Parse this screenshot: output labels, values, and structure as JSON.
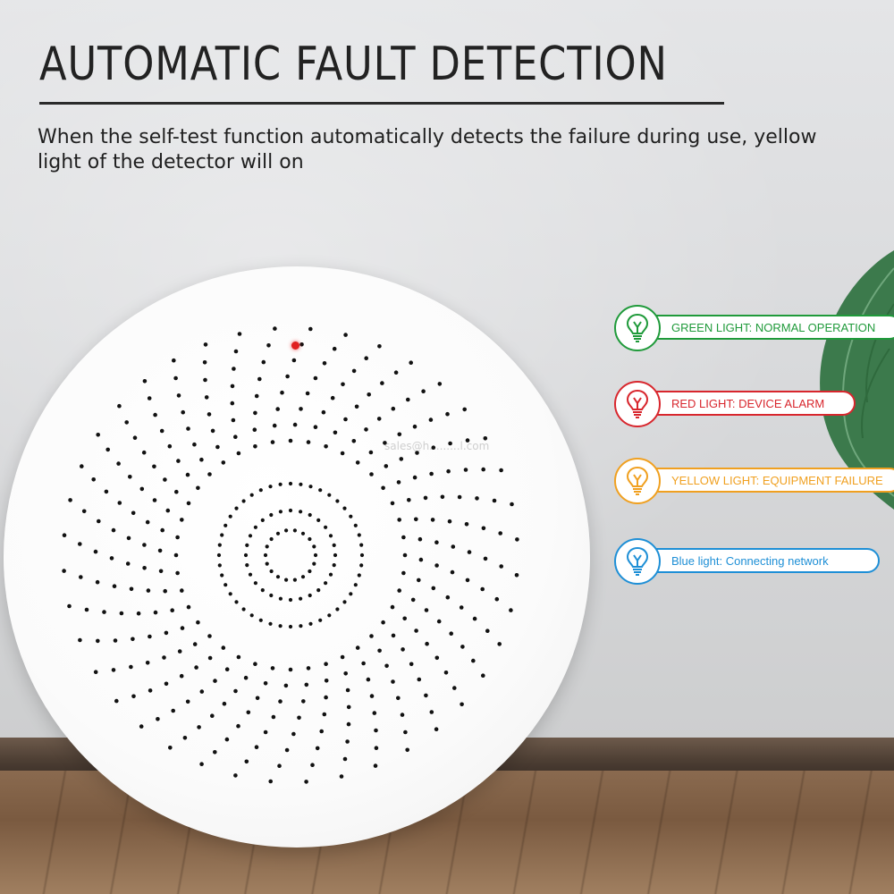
{
  "header": {
    "title": "AUTOMATIC FAULT DETECTION",
    "description": "When the self-test function automatically detects the failure during use, yellow light of the detector will on"
  },
  "watermark": "sales@h.........l.com",
  "legend": [
    {
      "label": "GREEN LIGHT: NORMAL OPERATION",
      "color": "#1f9a3a",
      "icon": "lightbulb-icon"
    },
    {
      "label": "RED LIGHT: DEVICE ALARM",
      "color": "#d8262d",
      "icon": "lightbulb-icon"
    },
    {
      "label": "YELLOW LIGHT: EQUIPMENT FAILURE",
      "color": "#f0a020",
      "icon": "lightbulb-icon"
    },
    {
      "label": "Blue light: Connecting network",
      "color": "#1e8fd6",
      "icon": "lightbulb-icon"
    }
  ],
  "colors": {
    "indicator_led": "#e02020",
    "wall": "#dcdcde",
    "floor": "#8a6a4f"
  }
}
